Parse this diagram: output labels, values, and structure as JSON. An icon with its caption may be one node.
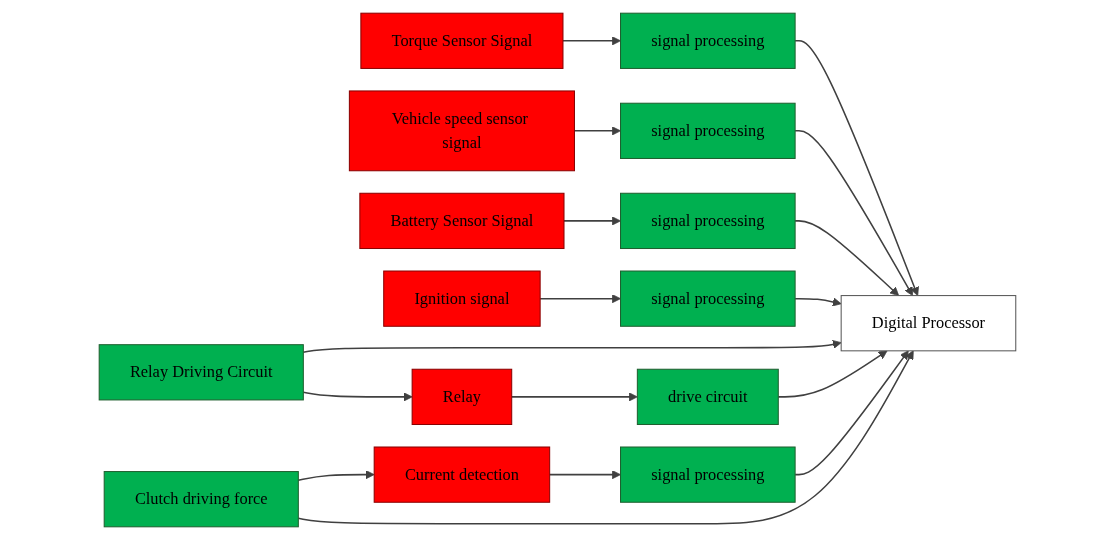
{
  "diagram": {
    "nodes": [
      {
        "text": [
          "Torque Sensor Signal"
        ]
      },
      {
        "text": [
          "signal processing"
        ]
      },
      {
        "text": [
          "Vehicle speed sensor signal"
        ]
      },
      {
        "text": [
          "signal processing"
        ]
      },
      {
        "text": [
          "Battery Sensor Signal"
        ]
      },
      {
        "text": [
          "signal processing"
        ]
      },
      {
        "text": [
          "Ignition signal"
        ]
      },
      {
        "text": [
          "signal processing"
        ]
      },
      {
        "text": [
          "Digital Processor"
        ]
      },
      {
        "text": [
          "Relay Driving Circuit"
        ]
      },
      {
        "text": [
          "Relay"
        ]
      },
      {
        "text": [
          "drive circuit"
        ]
      },
      {
        "text": [
          "signal processing"
        ]
      },
      {
        "text": [
          "Current detection"
        ]
      },
      {
        "text": [
          "Clutch driving force"
        ]
      }
    ],
    "edges": [
      {
        "from": 0,
        "to": 1,
        "arrow": "to"
      },
      {
        "from": 1,
        "to": 8,
        "arrow": "to"
      },
      {
        "from": 2,
        "to": 3,
        "arrow": "to"
      },
      {
        "from": 3,
        "to": 8,
        "arrow": "to"
      },
      {
        "from": 4,
        "to": 5,
        "arrow": "to"
      },
      {
        "from": 5,
        "to": 8,
        "arrow": "to"
      },
      {
        "from": 6,
        "to": 7,
        "arrow": "to"
      },
      {
        "from": 7,
        "to": 8,
        "arrow": "to"
      },
      {
        "from": 9,
        "to": 8,
        "arrow": "to"
      },
      {
        "from": 9,
        "to": 10,
        "arrow": "to"
      },
      {
        "from": 10,
        "to": 11,
        "arrow": "to"
      },
      {
        "from": 11,
        "to": 8,
        "arrow": "to"
      },
      {
        "from": 13,
        "to": 12,
        "arrow": "to"
      },
      {
        "from": 12,
        "to": 8,
        "arrow": "to"
      },
      {
        "from": 14,
        "to": 13,
        "arrow": "to"
      },
      {
        "from": 14,
        "to": 8,
        "arrow": "to"
      }
    ]
  }
}
